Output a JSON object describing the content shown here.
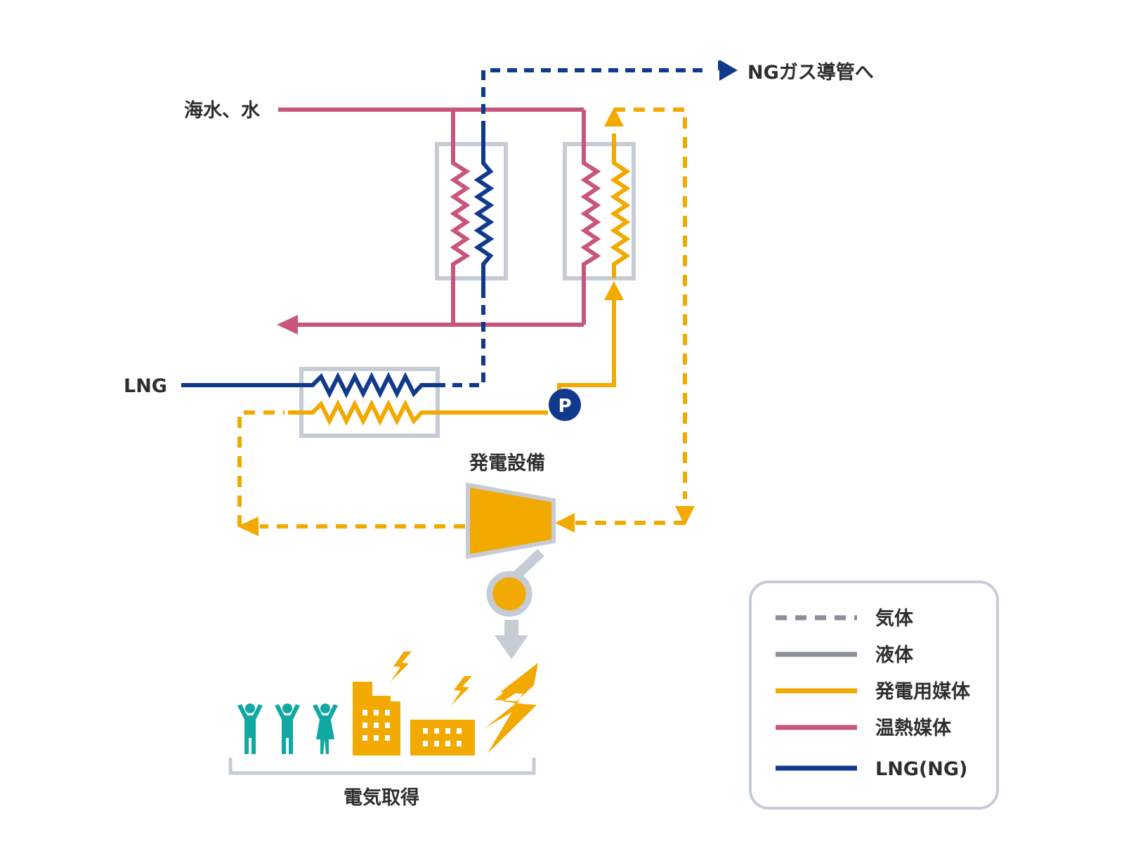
{
  "colors": {
    "heat_medium": "#c8557e",
    "power_medium": "#f2a900",
    "lng": "#123a8c",
    "frame": "#c5ccd6",
    "gray_line": "#8a9099",
    "people": "#0fa9a2",
    "text": "#2e2e2e"
  },
  "labels": {
    "seawater": "海水、水",
    "lng": "LNG",
    "ng_pipeline": "NGガス導管へ",
    "power_equipment": "発電設備",
    "electricity": "電気取得",
    "pump": "P"
  },
  "legend": {
    "items": [
      {
        "label": "気体",
        "style": "dashed",
        "color": "#8a9099"
      },
      {
        "label": "液体",
        "style": "solid",
        "color": "#8a9099"
      },
      {
        "label": "発電用媒体",
        "style": "solid",
        "color": "#f2a900"
      },
      {
        "label": "温熱媒体",
        "style": "solid",
        "color": "#c8557e"
      },
      {
        "label": "LNG(NG)",
        "style": "solid",
        "color": "#123a8c"
      }
    ]
  },
  "icons": [
    "person-icon",
    "factory-icon",
    "lightning-icon",
    "turbine-icon",
    "generator-icon",
    "pump-icon",
    "heat-exchanger-icon"
  ]
}
